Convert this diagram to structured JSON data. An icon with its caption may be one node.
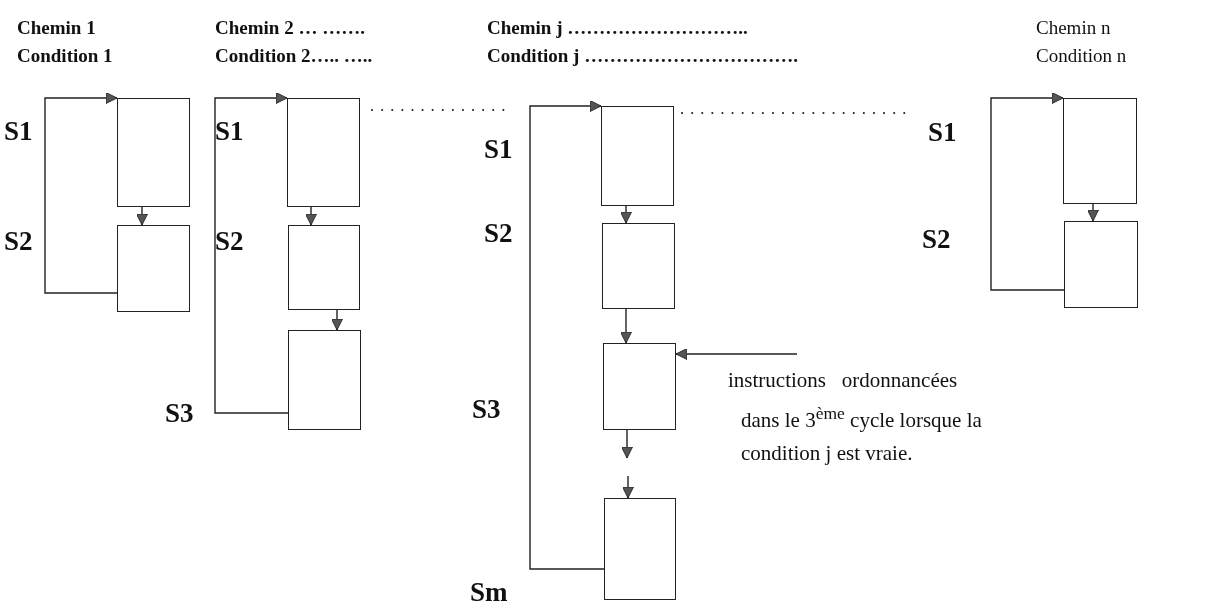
{
  "diagram": {
    "nodes": [
      {
        "text": [],
        "shape": "box"
      },
      {
        "text": [],
        "shape": "box"
      },
      {
        "text": [],
        "shape": "box"
      },
      {
        "text": [],
        "shape": "box"
      },
      {
        "text": [],
        "shape": "box"
      },
      {
        "text": [],
        "shape": "box"
      },
      {
        "text": [],
        "shape": "box"
      },
      {
        "text": [],
        "shape": "box"
      },
      {
        "text": [],
        "shape": "box"
      },
      {
        "text": [],
        "shape": "box"
      },
      {
        "text": [],
        "shape": "box"
      },
      {
        "text": [
          "instructions   ordonnancées dans le 3$^{ème}$ cycle lorsque la condition j est vraie."
        ]
      }
    ],
    "edges": [
      {
        "from": 1,
        "to": 0,
        "arrow": "to"
      },
      {
        "from": 0,
        "to": 1,
        "arrow": "to"
      },
      {
        "from": 4,
        "to": 2,
        "arrow": "to"
      },
      {
        "from": 2,
        "to": 3,
        "arrow": "to"
      },
      {
        "from": 3,
        "to": 4,
        "arrow": "to"
      },
      {
        "from": 8,
        "to": 5,
        "arrow": "to"
      },
      {
        "from": 5,
        "to": 6,
        "arrow": "to"
      },
      {
        "from": 6,
        "to": 7,
        "arrow": "to"
      },
      {
        "from": 7,
        "to": null,
        "arrow": "to"
      },
      {
        "from": null,
        "to": 8,
        "arrow": "to"
      },
      {
        "from": 10,
        "to": 9,
        "arrow": "to"
      },
      {
        "from": 9,
        "to": 10,
        "arrow": "to"
      },
      {
        "from": 11,
        "to": 7,
        "arrow": "to"
      }
    ],
    "labels": [
      "Chemin 1",
      "Chemin 2 … …….",
      "Chemin j ………………………..",
      "Chemin n",
      "Condition 1",
      "Condition 2….. …..",
      "Condition j …………………………….",
      "Condition n",
      "S1",
      "S1",
      "S1",
      "S1",
      "S2",
      "S2",
      "S2",
      "S2",
      "S3",
      "S3",
      "Sm"
    ]
  }
}
